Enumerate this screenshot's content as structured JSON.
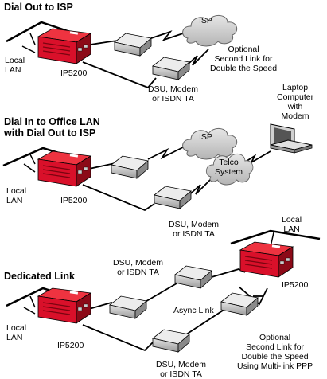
{
  "sections": {
    "dial_out": {
      "title": "Dial Out to ISP",
      "local_lan": [
        "Local",
        "LAN"
      ],
      "router": "IP5200",
      "isp": "ISP",
      "devices": [
        "DSU, Modem",
        "or ISDN TA"
      ],
      "optional": [
        "Optional",
        "Second Link for",
        "Double the Speed"
      ]
    },
    "dial_in": {
      "title": [
        "Dial In to Office LAN",
        "with Dial Out to ISP"
      ],
      "local_lan": [
        "Local",
        "LAN"
      ],
      "router": "IP5200",
      "isp": "ISP",
      "telco": [
        "Telco",
        "System"
      ],
      "laptop": [
        "Laptop",
        "Computer",
        "with",
        "Modem"
      ],
      "devices": [
        "DSU, Modem",
        "or ISDN TA"
      ]
    },
    "dedicated": {
      "title": "Dedicated Link",
      "local_lan_left": [
        "Local",
        "LAN"
      ],
      "local_lan_right": [
        "Local",
        "LAN"
      ],
      "router_left": "IP5200",
      "router_right": "IP5200",
      "devices_top": [
        "DSU, Modem",
        "or ISDN TA"
      ],
      "devices_bottom": [
        "DSU, Modem",
        "or ISDN TA"
      ],
      "async_link": "Async Link",
      "optional": [
        "Optional",
        "Second Link for",
        "Double the Speed",
        "Using Multi-link PPP"
      ]
    }
  },
  "colors": {
    "router": "#d9102a",
    "router_dark": "#8c0a18",
    "device": "#c8c8c8",
    "cloud": "#d0d0d0",
    "line": "#000000"
  }
}
